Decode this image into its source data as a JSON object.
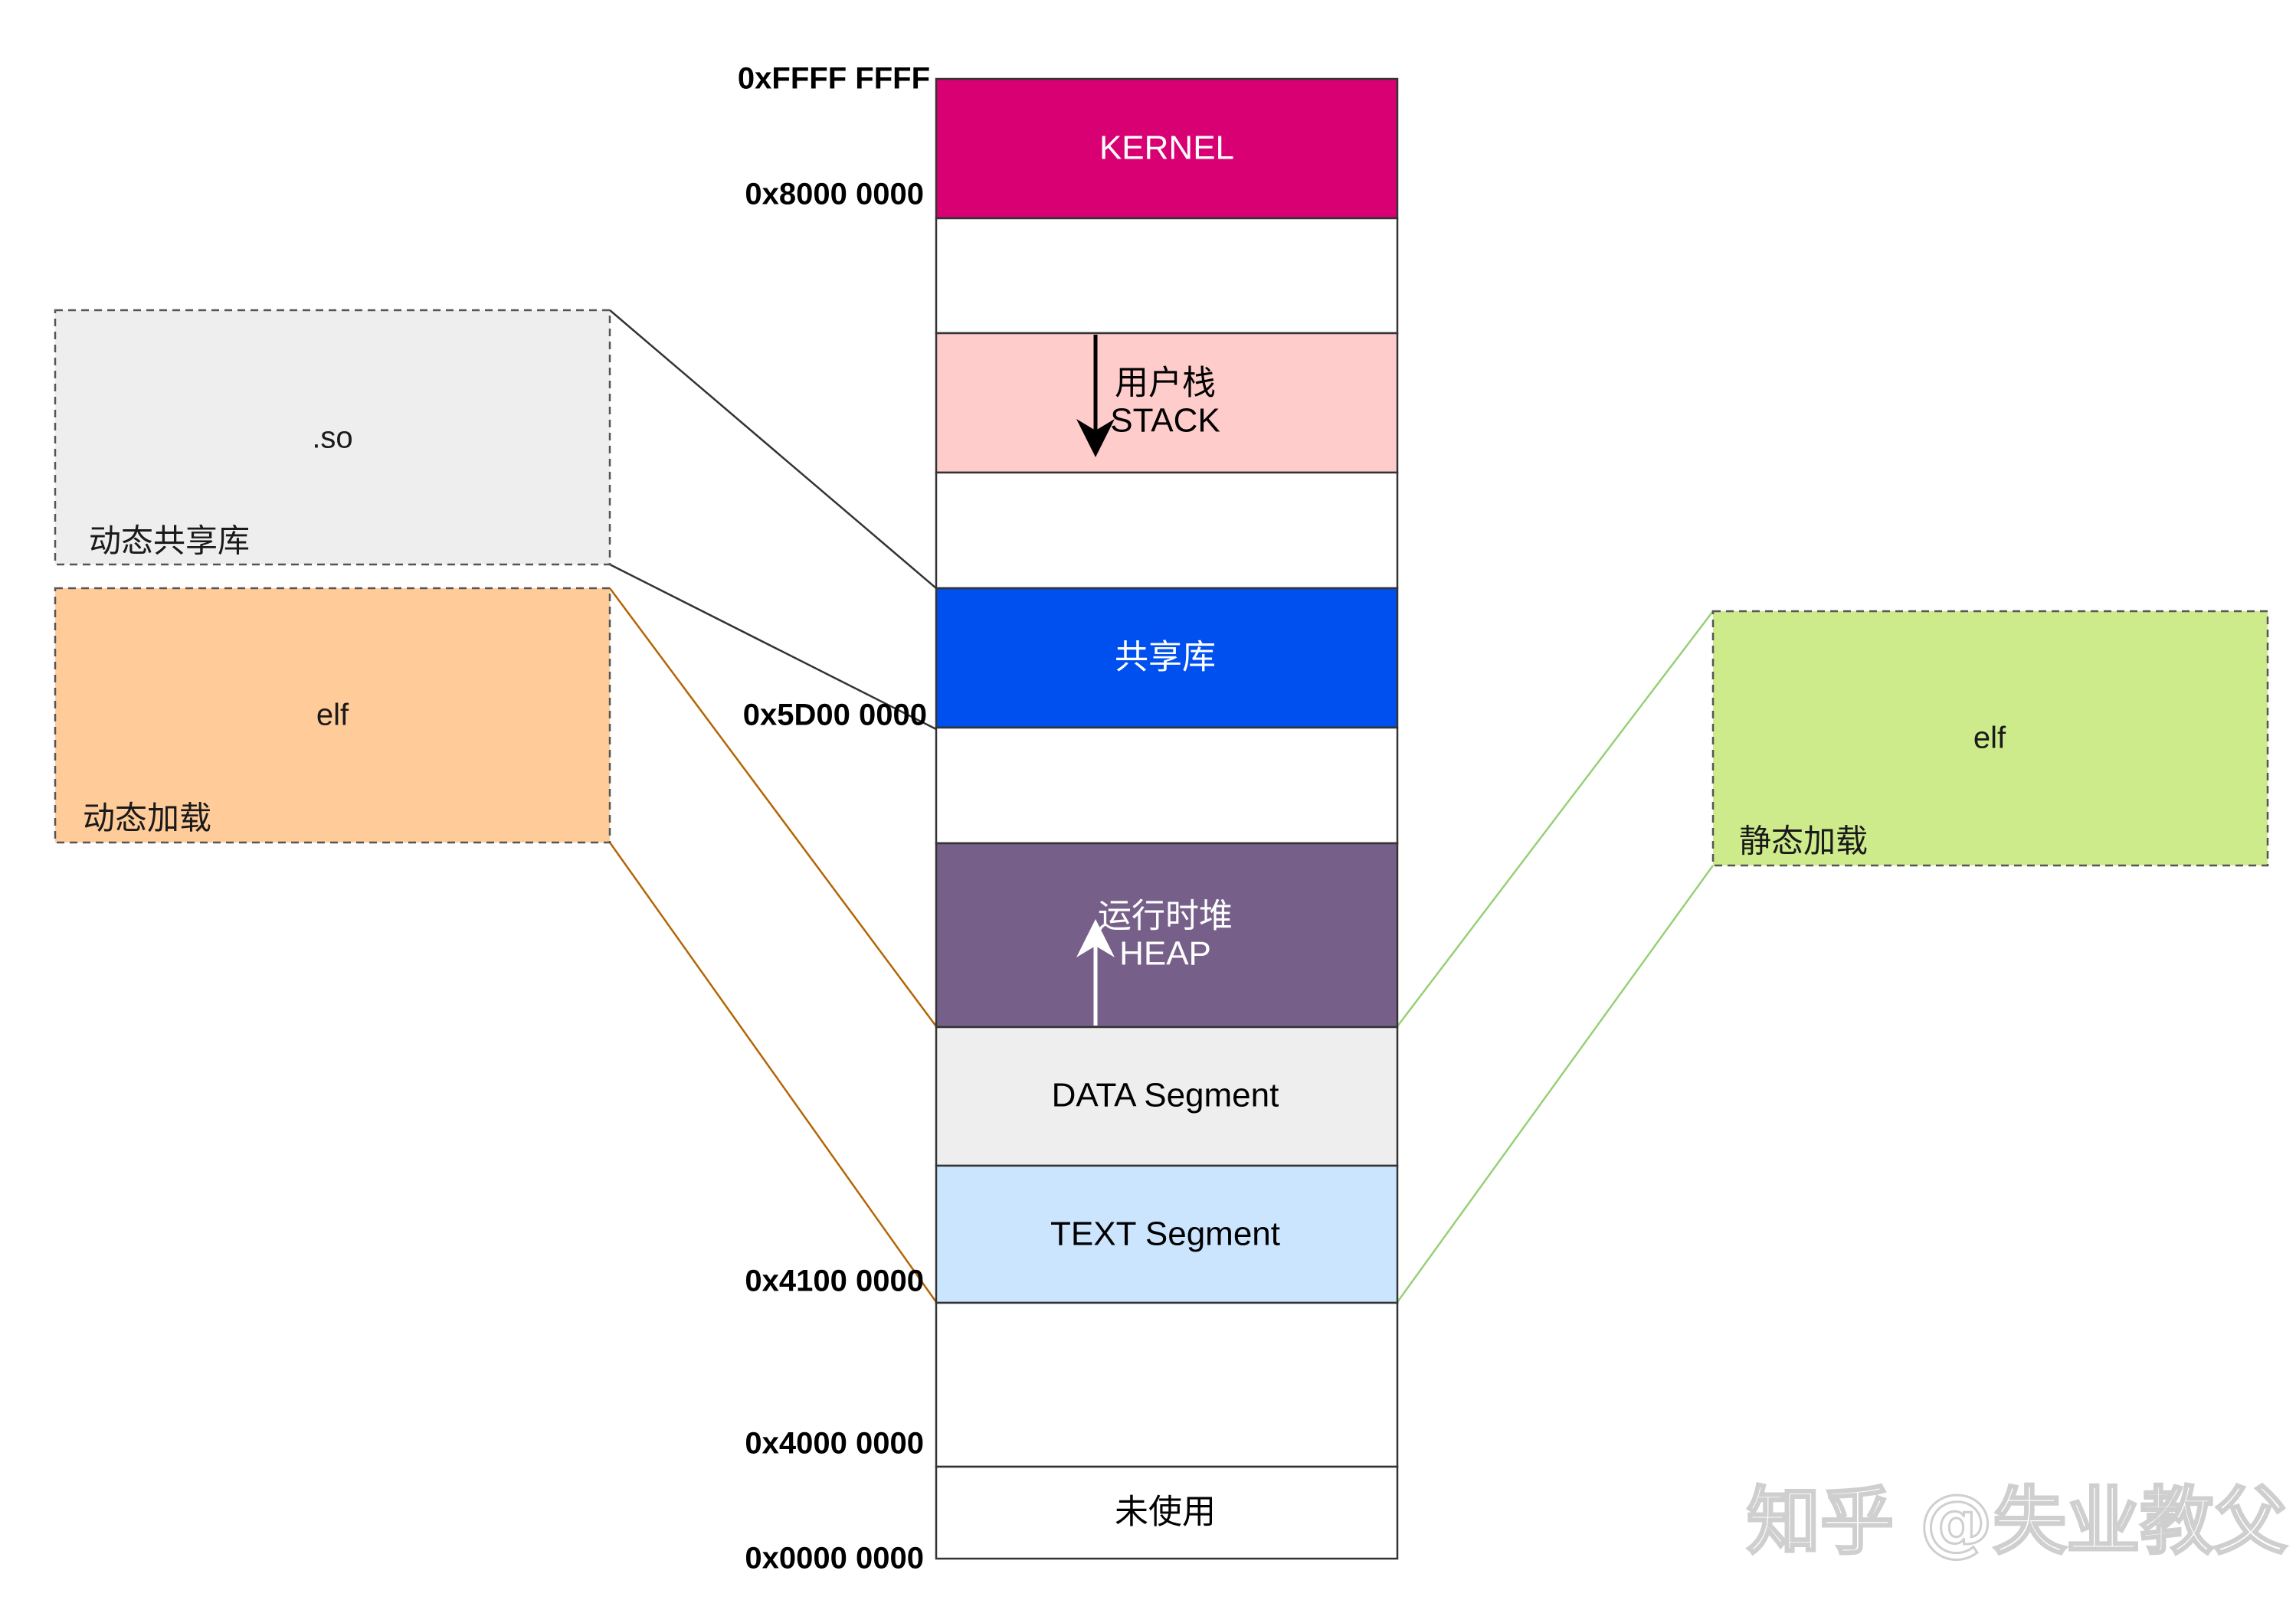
{
  "memory_map": {
    "segments": {
      "kernel": {
        "label": "KERNEL",
        "fill": "#d80073",
        "text_color": "#ffffff"
      },
      "gap1": {
        "label": "",
        "fill": "#ffffff"
      },
      "stack": {
        "label_cn": "用户栈",
        "label_en": "STACK",
        "fill": "#ffcccc",
        "text_color": "#000000"
      },
      "gap2": {
        "label": "",
        "fill": "#ffffff"
      },
      "shared_lib": {
        "label": "共享库",
        "fill": "#0050ef",
        "text_color": "#ffffff"
      },
      "gap3": {
        "label": "",
        "fill": "#ffffff"
      },
      "heap": {
        "label_cn": "运行时堆",
        "label_en": "HEAP",
        "fill": "#76608a",
        "text_color": "#ffffff"
      },
      "data": {
        "label": "DATA Segment",
        "fill": "#eeeeee",
        "text_color": "#000000"
      },
      "text": {
        "label": "TEXT Segment",
        "fill": "#cce5ff",
        "text_color": "#000000"
      },
      "gap4": {
        "label": "",
        "fill": "#ffffff"
      },
      "unused": {
        "label": "未使用",
        "fill": "#ffffff",
        "text_color": "#000000"
      }
    },
    "addresses": {
      "top": "0xFFFF FFFF",
      "kernel_base": "0x8000 0000",
      "shared_lib_base": "0x5D00 0000",
      "text_base": "0x4100 0000",
      "user_start": "0x4000 0000",
      "bottom": "0x0000 0000"
    }
  },
  "side_boxes": {
    "so_box": {
      "title": ".so",
      "caption": "动态共享库",
      "fill": "#eeeeee",
      "border": "#555555",
      "line_color": "#333333"
    },
    "dynamic_elf_box": {
      "title": "elf",
      "caption": "动态加载",
      "fill": "#ffcc99",
      "border": "#555555",
      "line_color": "#b46504"
    },
    "static_elf_box": {
      "title": "elf",
      "caption": "静态加载",
      "fill": "#cdeb8b",
      "border": "#555555",
      "line_color": "#97d077"
    }
  },
  "watermark": "知乎 @失业教父"
}
